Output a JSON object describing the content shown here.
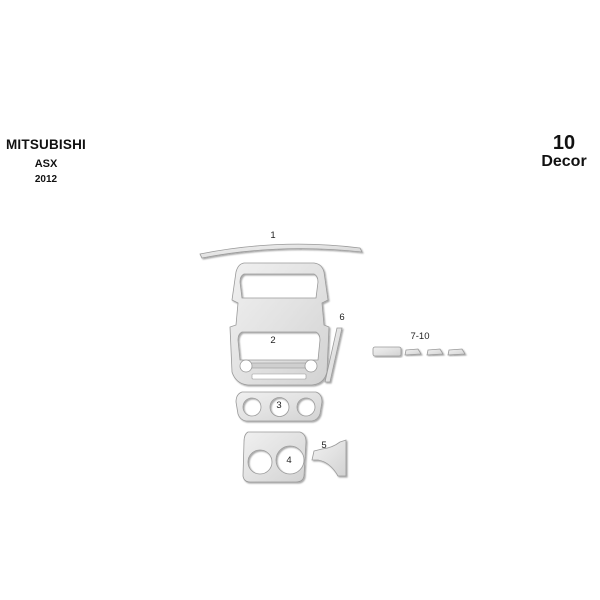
{
  "vehicle": {
    "make": "MITSUBISHI",
    "model": "ASX",
    "year": "2012"
  },
  "kit": {
    "count": "10",
    "label": "Decor"
  },
  "parts": [
    {
      "number": "1"
    },
    {
      "number": "2"
    },
    {
      "number": "3"
    },
    {
      "number": "4"
    },
    {
      "number": "5"
    },
    {
      "number": "6"
    },
    {
      "number": "7-10"
    }
  ],
  "colors": {
    "part_fill": "#e4e4e4",
    "part_stroke": "#9a9a9a",
    "background": "#ffffff"
  }
}
